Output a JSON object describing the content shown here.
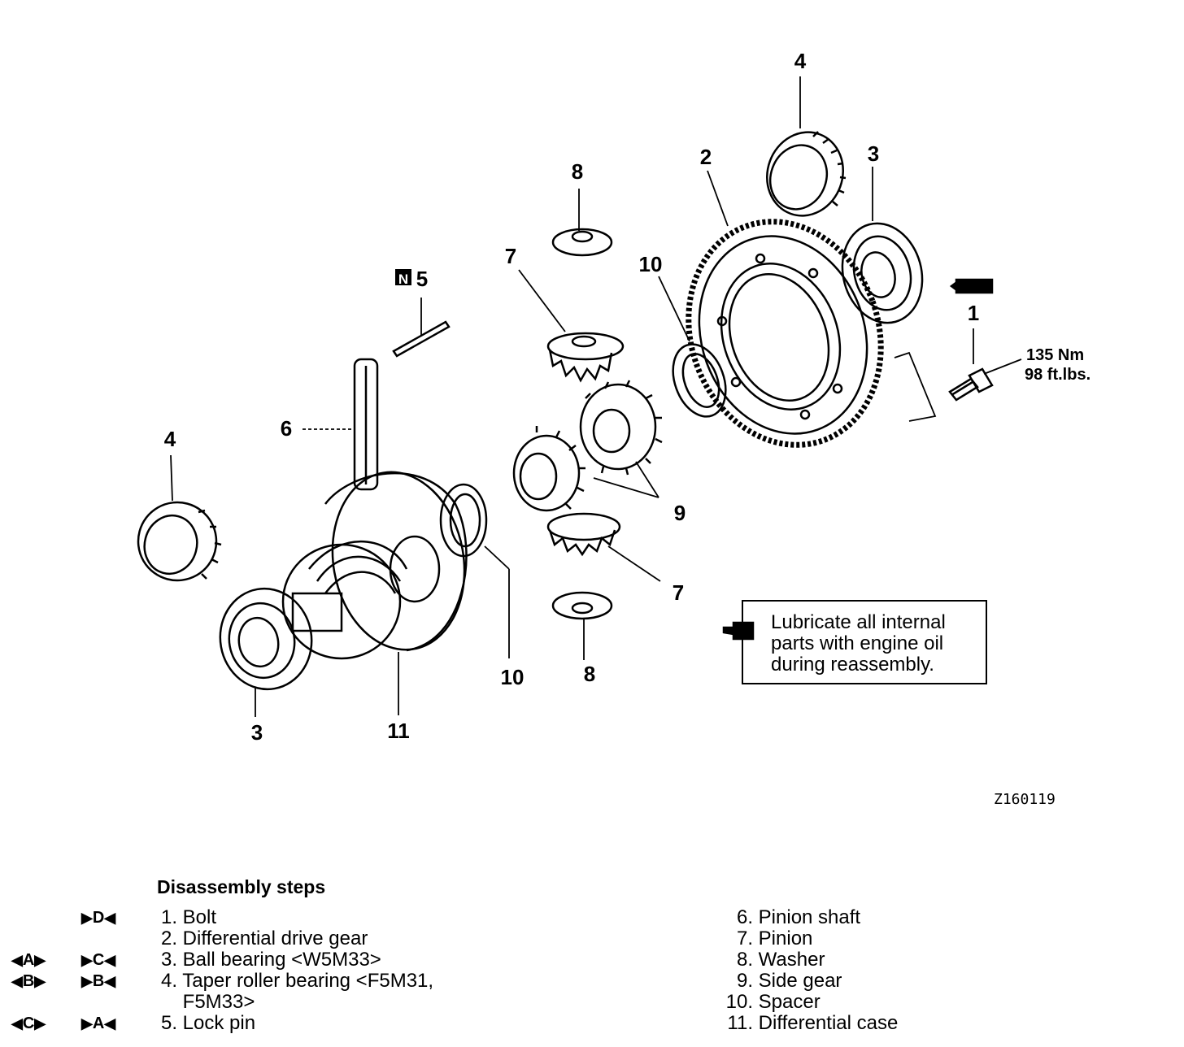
{
  "callouts": {
    "c1": "1",
    "c2": "2",
    "c3_top": "3",
    "c3_bottom": "3",
    "c4_top": "4",
    "c4_left": "4",
    "c5": "5",
    "c5_badge": "N",
    "c6": "6",
    "c7_top": "7",
    "c7_bottom": "7",
    "c8_top": "8",
    "c8_bottom": "8",
    "c9": "9",
    "c10_left": "10",
    "c10_bottom": "10",
    "c11": "11"
  },
  "torque": {
    "line1": "135 Nm",
    "line2": "98 ft.lbs."
  },
  "figure_id": "Z160119",
  "note": {
    "line1": "Lubricate all internal",
    "line2": "parts with engine oil",
    "line3": "during reassembly."
  },
  "steps": {
    "heading": "Disassembly steps",
    "left": [
      {
        "num": "1.",
        "text": "Bolt"
      },
      {
        "num": "2.",
        "text": "Differential drive gear"
      },
      {
        "num": "3.",
        "text": "Ball bearing <W5M33>"
      },
      {
        "num": "4.",
        "text": "Taper roller bearing <F5M31,"
      },
      {
        "num": "",
        "text": "F5M33>"
      },
      {
        "num": "5.",
        "text": "Lock pin"
      }
    ],
    "right": [
      {
        "num": "6.",
        "text": "Pinion shaft"
      },
      {
        "num": "7.",
        "text": "Pinion"
      },
      {
        "num": "8.",
        "text": "Washer"
      },
      {
        "num": "9.",
        "text": "Side gear"
      },
      {
        "num": "10.",
        "text": "Spacer"
      },
      {
        "num": "11.",
        "text": "Differential case"
      }
    ],
    "markers": {
      "D_install": "D",
      "A_remove": "A",
      "C_install": "C",
      "B_remove": "B",
      "B_install": "B",
      "C_remove": "C",
      "A_install": "A"
    }
  }
}
